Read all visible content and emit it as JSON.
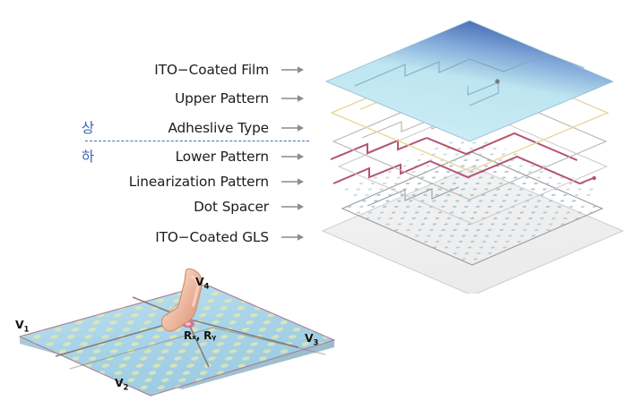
{
  "figure": {
    "background_color": "#ffffff",
    "title": ""
  },
  "layer_labels": {
    "rows": [
      {
        "label": "ITO−Coated Film",
        "korean": "",
        "arrow": "arrow-right-icon"
      },
      {
        "label": "Upper Pattern",
        "korean": "",
        "arrow": "arrow-right-icon"
      },
      {
        "label": "Adheslive Type",
        "korean": "상",
        "arrow": "arrow-right-icon"
      },
      {
        "label": "Lower Pattern",
        "korean": "하",
        "arrow": "arrow-right-icon"
      },
      {
        "label": "Linearization Pattern",
        "korean": "",
        "arrow": "arrow-right-icon"
      },
      {
        "label": "Dot Spacer",
        "korean": "",
        "arrow": "arrow-right-icon"
      },
      {
        "label": "ITO−Coated GLS",
        "korean": "",
        "arrow": "arrow-right-icon"
      }
    ],
    "divider": {
      "style": "dashed",
      "color": "#4a6fb5",
      "between": "Adheslive Type / Lower Pattern"
    },
    "text_color": "#1c1c1c",
    "korean_color": "#3d63ad",
    "arrow_color": "#8c8c8c"
  },
  "layer_stack": {
    "description": "Exploded isometric view of a 4-wire resistive touch panel layer stack",
    "layers": [
      {
        "name": "ITO-Coated Film",
        "fill": "#bfe9f2",
        "edge": "#4a7fc1",
        "gradient_top": "#4f74bb",
        "trace_color": "#7aa6b8"
      },
      {
        "name": "Upper Pattern",
        "fill": "none",
        "edge": "#e8dba0",
        "trace_color": "#e0cf8a"
      },
      {
        "name": "Adheslive Type",
        "fill": "none",
        "edge": "#bdb9b2",
        "trace_color": "#bdb9b2"
      },
      {
        "name": "Lower Pattern",
        "fill": "none",
        "edge": "#b5536e",
        "trace_color": "#b5536e"
      },
      {
        "name": "Linearization Pattern",
        "fill": "none",
        "edge": "#b5536e",
        "trace_color": "#b5536e"
      },
      {
        "name": "Dot Spacer",
        "fill": "none",
        "edge": "#8f8f8f",
        "dot_color": "#9bb6c9"
      },
      {
        "name": "ITO-Coated GLS",
        "fill": "#f2f2f2",
        "edge": "#c9c9c9"
      }
    ]
  },
  "touch_panel": {
    "description": "Isometric touch panel with finger touching; four corner voltage nodes and Rx/Ry resistances",
    "surface_color": "#aed6e8",
    "dot_color": "#e3e6a8",
    "trace_color": "#b5536e",
    "finger_color": "#f2c4b0",
    "nodes": [
      {
        "id": "v1",
        "base": "V",
        "sub": "1"
      },
      {
        "id": "v2",
        "base": "V",
        "sub": "2"
      },
      {
        "id": "v3",
        "base": "V",
        "sub": "3"
      },
      {
        "id": "v4",
        "base": "V",
        "sub": "4"
      }
    ],
    "resistances": {
      "text": "Rₓ, Rᵧ",
      "rx": "Rx",
      "ry": "Ry"
    }
  }
}
